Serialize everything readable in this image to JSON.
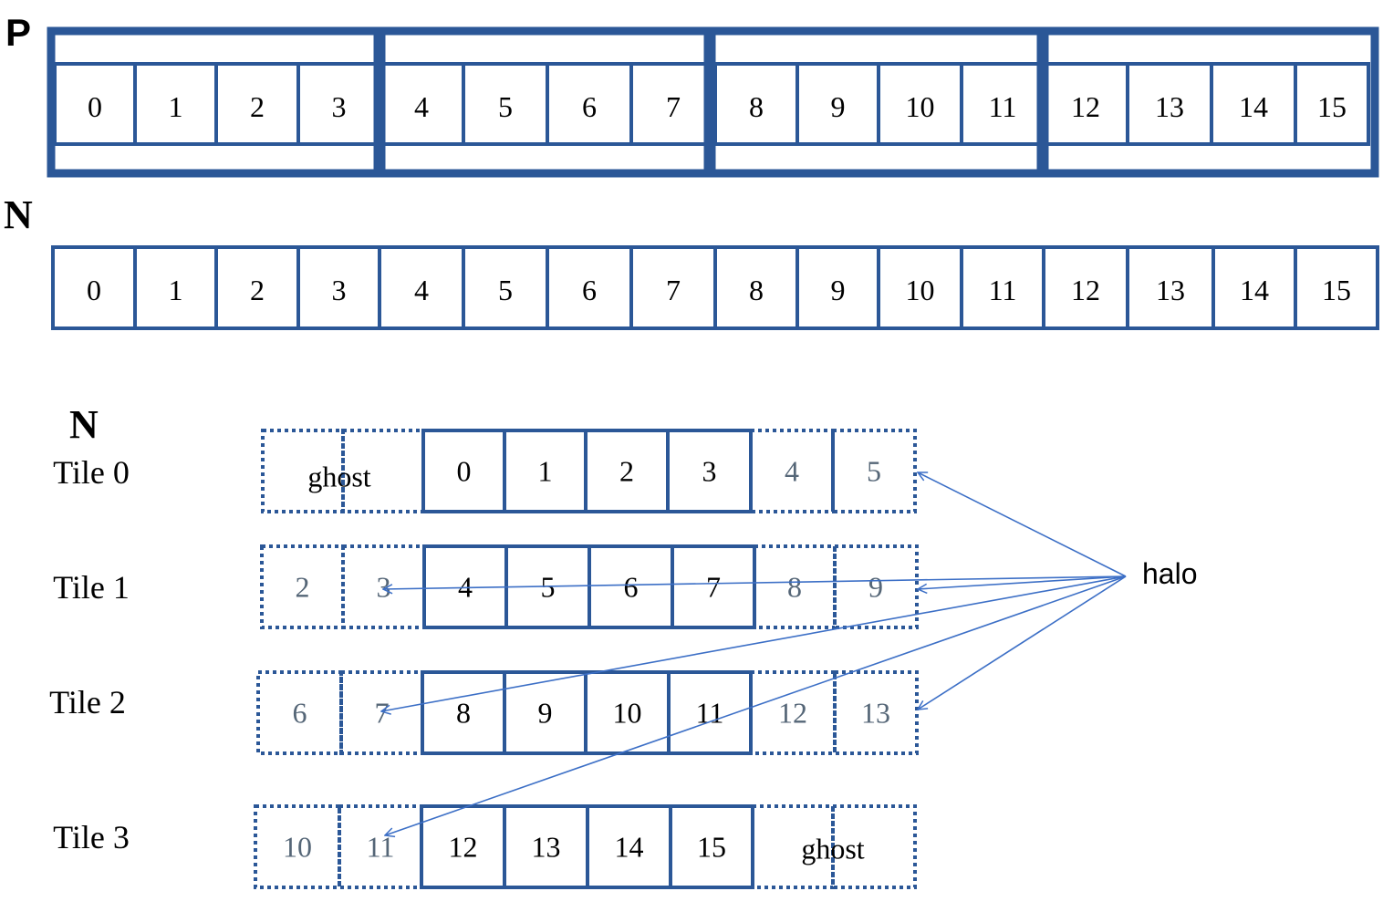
{
  "labels": {
    "p_row": "P",
    "n_row": "N",
    "n_tiles": "N",
    "halo": "halo"
  },
  "p_row": {
    "cells": [
      "0",
      "1",
      "2",
      "3",
      "4",
      "5",
      "6",
      "7",
      "8",
      "9",
      "10",
      "11",
      "12",
      "13",
      "14",
      "15"
    ]
  },
  "n_row": {
    "cells": [
      "0",
      "1",
      "2",
      "3",
      "4",
      "5",
      "6",
      "7",
      "8",
      "9",
      "10",
      "11",
      "12",
      "13",
      "14",
      "15"
    ]
  },
  "tiles": [
    {
      "label": "Tile 0",
      "left_halo": [
        "",
        ""
      ],
      "left_ghost_text": "ghost",
      "core": [
        "0",
        "1",
        "2",
        "3"
      ],
      "right_halo": [
        "4",
        "5"
      ],
      "right_ghost_text": ""
    },
    {
      "label": "Tile 1",
      "left_halo": [
        "2",
        "3"
      ],
      "left_ghost_text": "",
      "core": [
        "4",
        "5",
        "6",
        "7"
      ],
      "right_halo": [
        "8",
        "9"
      ],
      "right_ghost_text": ""
    },
    {
      "label": "Tile 2",
      "left_halo": [
        "6",
        "7"
      ],
      "left_ghost_text": "",
      "core": [
        "8",
        "9",
        "10",
        "11"
      ],
      "right_halo": [
        "12",
        "13"
      ],
      "right_ghost_text": ""
    },
    {
      "label": "Tile 3",
      "left_halo": [
        "10",
        "11"
      ],
      "left_ghost_text": "",
      "core": [
        "12",
        "13",
        "14",
        "15"
      ],
      "right_halo": [
        "",
        ""
      ],
      "right_ghost_text": "ghost"
    }
  ],
  "colors": {
    "border": "#2b5797",
    "arrow": "#3c6fc6",
    "halo_text": "#556677",
    "text": "#000000"
  }
}
